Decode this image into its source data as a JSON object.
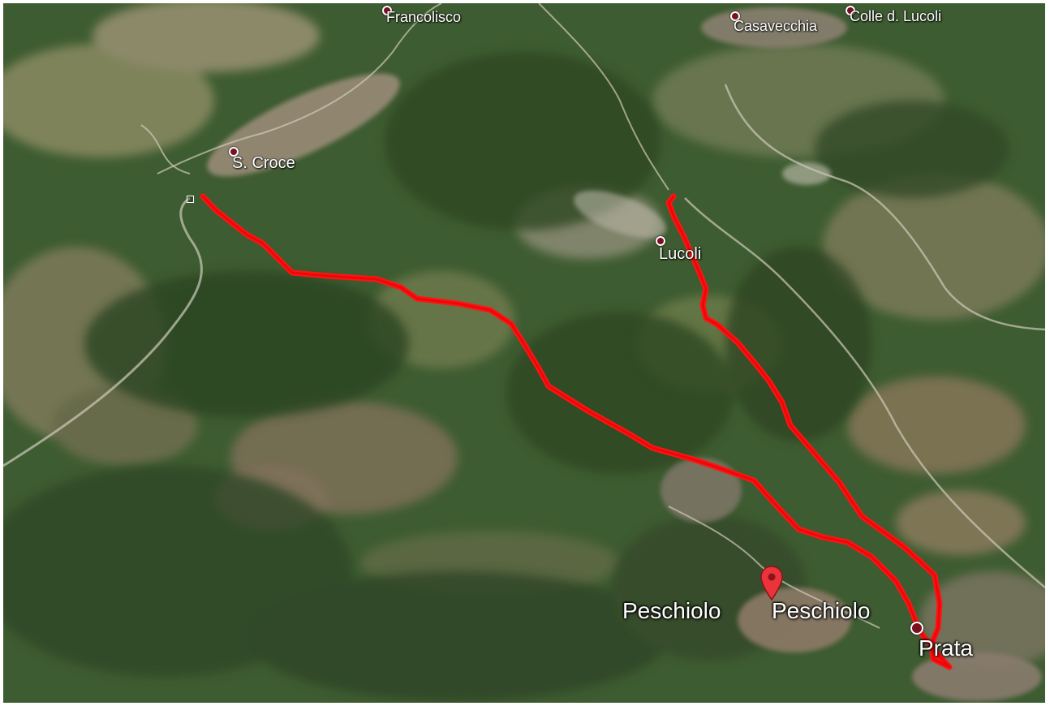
{
  "places": {
    "francolisco": "Francolisco",
    "casavecchia": "Casavecchia",
    "colle_di_lucoli": "Colle d. Lucoli",
    "s_croce": "S. Croce",
    "lucoli": "Lucoli",
    "peschiolo_1": "Peschiolo",
    "peschiolo_2": "Peschiolo",
    "prata": "Prata"
  },
  "route_color": "#ff1414",
  "icons": [
    "place-dot-icon",
    "map-pin-icon",
    "start-square-icon"
  ]
}
